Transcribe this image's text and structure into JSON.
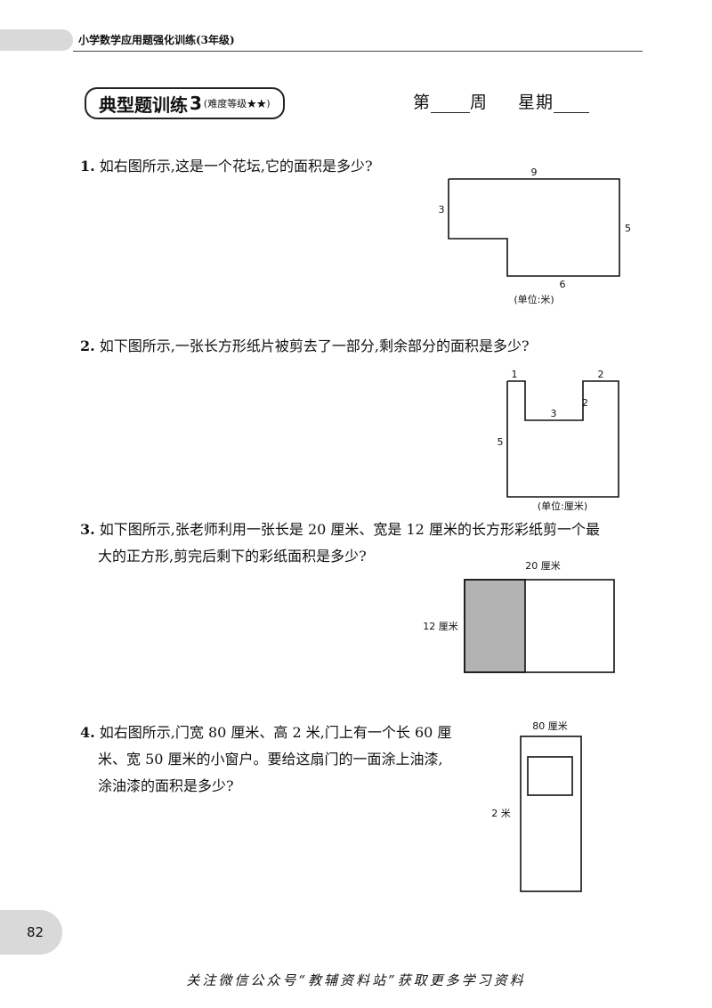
{
  "header": {
    "book_title": "小学数学应用题强化训练(3年级)"
  },
  "section": {
    "title": "典型题训练",
    "number": "3",
    "difficulty": "(难度等级★★)"
  },
  "week": {
    "di": "第",
    "zhou": "周",
    "xingqi": "星期"
  },
  "questions": [
    {
      "num": "1.",
      "text": "如右图所示,这是一个花坛,它的面积是多少?",
      "figure": {
        "top": "9",
        "left": "3",
        "right": "5",
        "bottom": "6",
        "unit": "(单位:米)"
      }
    },
    {
      "num": "2.",
      "text": "如下图所示,一张长方形纸片被剪去了一部分,剩余部分的面积是多少?",
      "figure": {
        "top_left": "1",
        "top_right": "2",
        "notch_depth": "2",
        "notch_width": "3",
        "left": "5",
        "unit": "(单位:厘米)"
      }
    },
    {
      "num": "3.",
      "line1": "如下图所示,张老师利用一张长是 20 厘米、宽是 12 厘米的长方形彩纸剪一个最",
      "line2": "大的正方形,剪完后剩下的彩纸面积是多少?",
      "figure": {
        "top": "20 厘米",
        "left": "12 厘米"
      }
    },
    {
      "num": "4.",
      "line1": "如右图所示,门宽 80 厘米、高 2 米,门上有一个长 60 厘",
      "line2": "米、宽 50 厘米的小窗户。要给这扇门的一面涂上油漆,",
      "line3": "涂油漆的面积是多少?",
      "figure": {
        "top": "80 厘米",
        "left": "2 米"
      }
    }
  ],
  "page_number": "82",
  "footer": "关注微信公众号“教辅资料站”获取更多学习资料",
  "colors": {
    "shaded": "#b3b3b3",
    "band": "#d9d9d9"
  }
}
